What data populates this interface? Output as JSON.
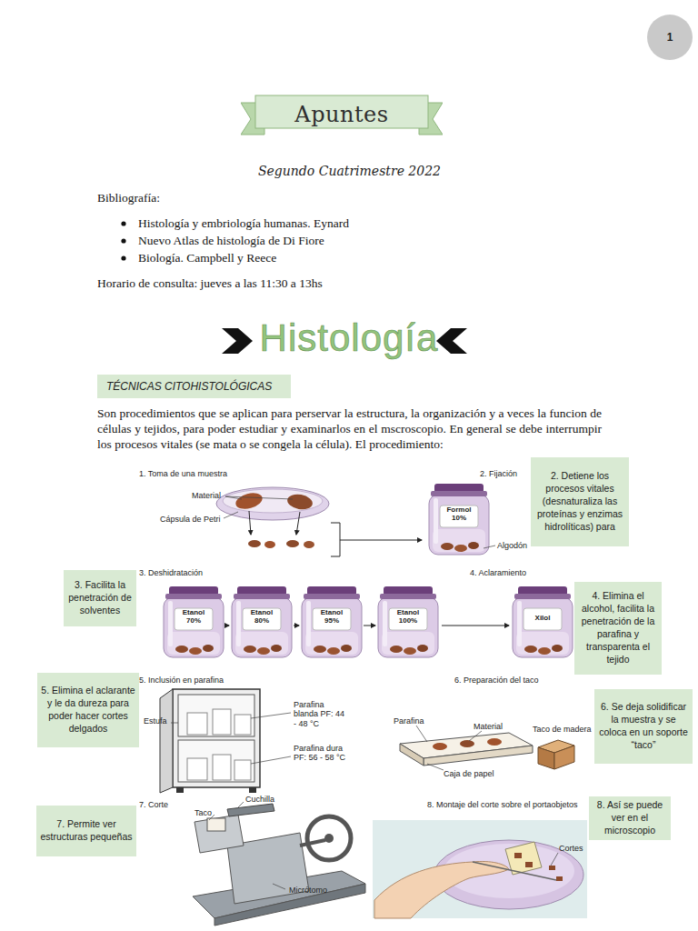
{
  "diagram": {
    "title": "Histología",
    "nodes": [
      {
        "text": [
          "1"
        ]
      },
      {
        "text": [
          "Apuntes"
        ]
      },
      {
        "text": [
          "TÉCNICAS CITOHISTOLÓGICAS"
        ]
      },
      {
        "text": [
          "2. Detiene los procesos vitales (desnaturaliza las proteínas y enzimas hidrolíticas) para"
        ]
      },
      {
        "text": [
          "3. Facilita la penetración de solventes"
        ]
      },
      {
        "text": [
          "4. Elimina el alcohol, facilita la penetración de la parafina y transparenta el tejido"
        ]
      },
      {
        "text": [
          "5. Elimina el aclarante y le da dureza para poder hacer cortes delgados"
        ]
      },
      {
        "text": [
          "6. Se deja solidificar la muestra y se coloca en un soporte “taco”"
        ]
      },
      {
        "text": [
          "7. Permite ver estructuras pequeñas"
        ]
      },
      {
        "text": [
          "8. Así se puede ver en el microscopio"
        ]
      }
    ],
    "labels": [
      "Segundo Cuatrimestre 2022",
      "Bibliografía:",
      "Histología y embriología humanas. Eynard",
      "Nuevo Atlas de histología de Di Fiore",
      "Biología. Campbell y Reece",
      "Horario de consulta: jueves a las 11:30 a 13hs",
      "Son procedimientos que se aplican para perservar la estructura, la organización y a veces la funcion de células y tejidos, para poder estudiar y examinarlos en el mscroscopio. En general se debe interrumpir los procesos vitales (se mata o se congela la célula). El procedimiento:",
      "1. Toma de una muestra",
      "Material",
      "Cápsula de Petri",
      "2. Fijación",
      "Formol 10%",
      "Algodón",
      "3. Deshidratación",
      "4. Aclaramiento",
      "Etanol 70%",
      "Etanol 80%",
      "Etanol 95%",
      "Etanol 100%",
      "Xilol",
      "5. Inclusión en parafina",
      "6. Preparación del taco",
      "Estufa",
      "Parafina blanda PF: 44 - 48 °C",
      "Parafina",
      "Material",
      "Taco de madera",
      "Parafina dura PF: 56 - 58 °C",
      "Caja de papel",
      "7. Corte",
      "Cuchilla",
      "Taco",
      "8. Montaje del corte sobre el portaobjetos",
      "Cortes",
      "Micrótomo"
    ]
  }
}
